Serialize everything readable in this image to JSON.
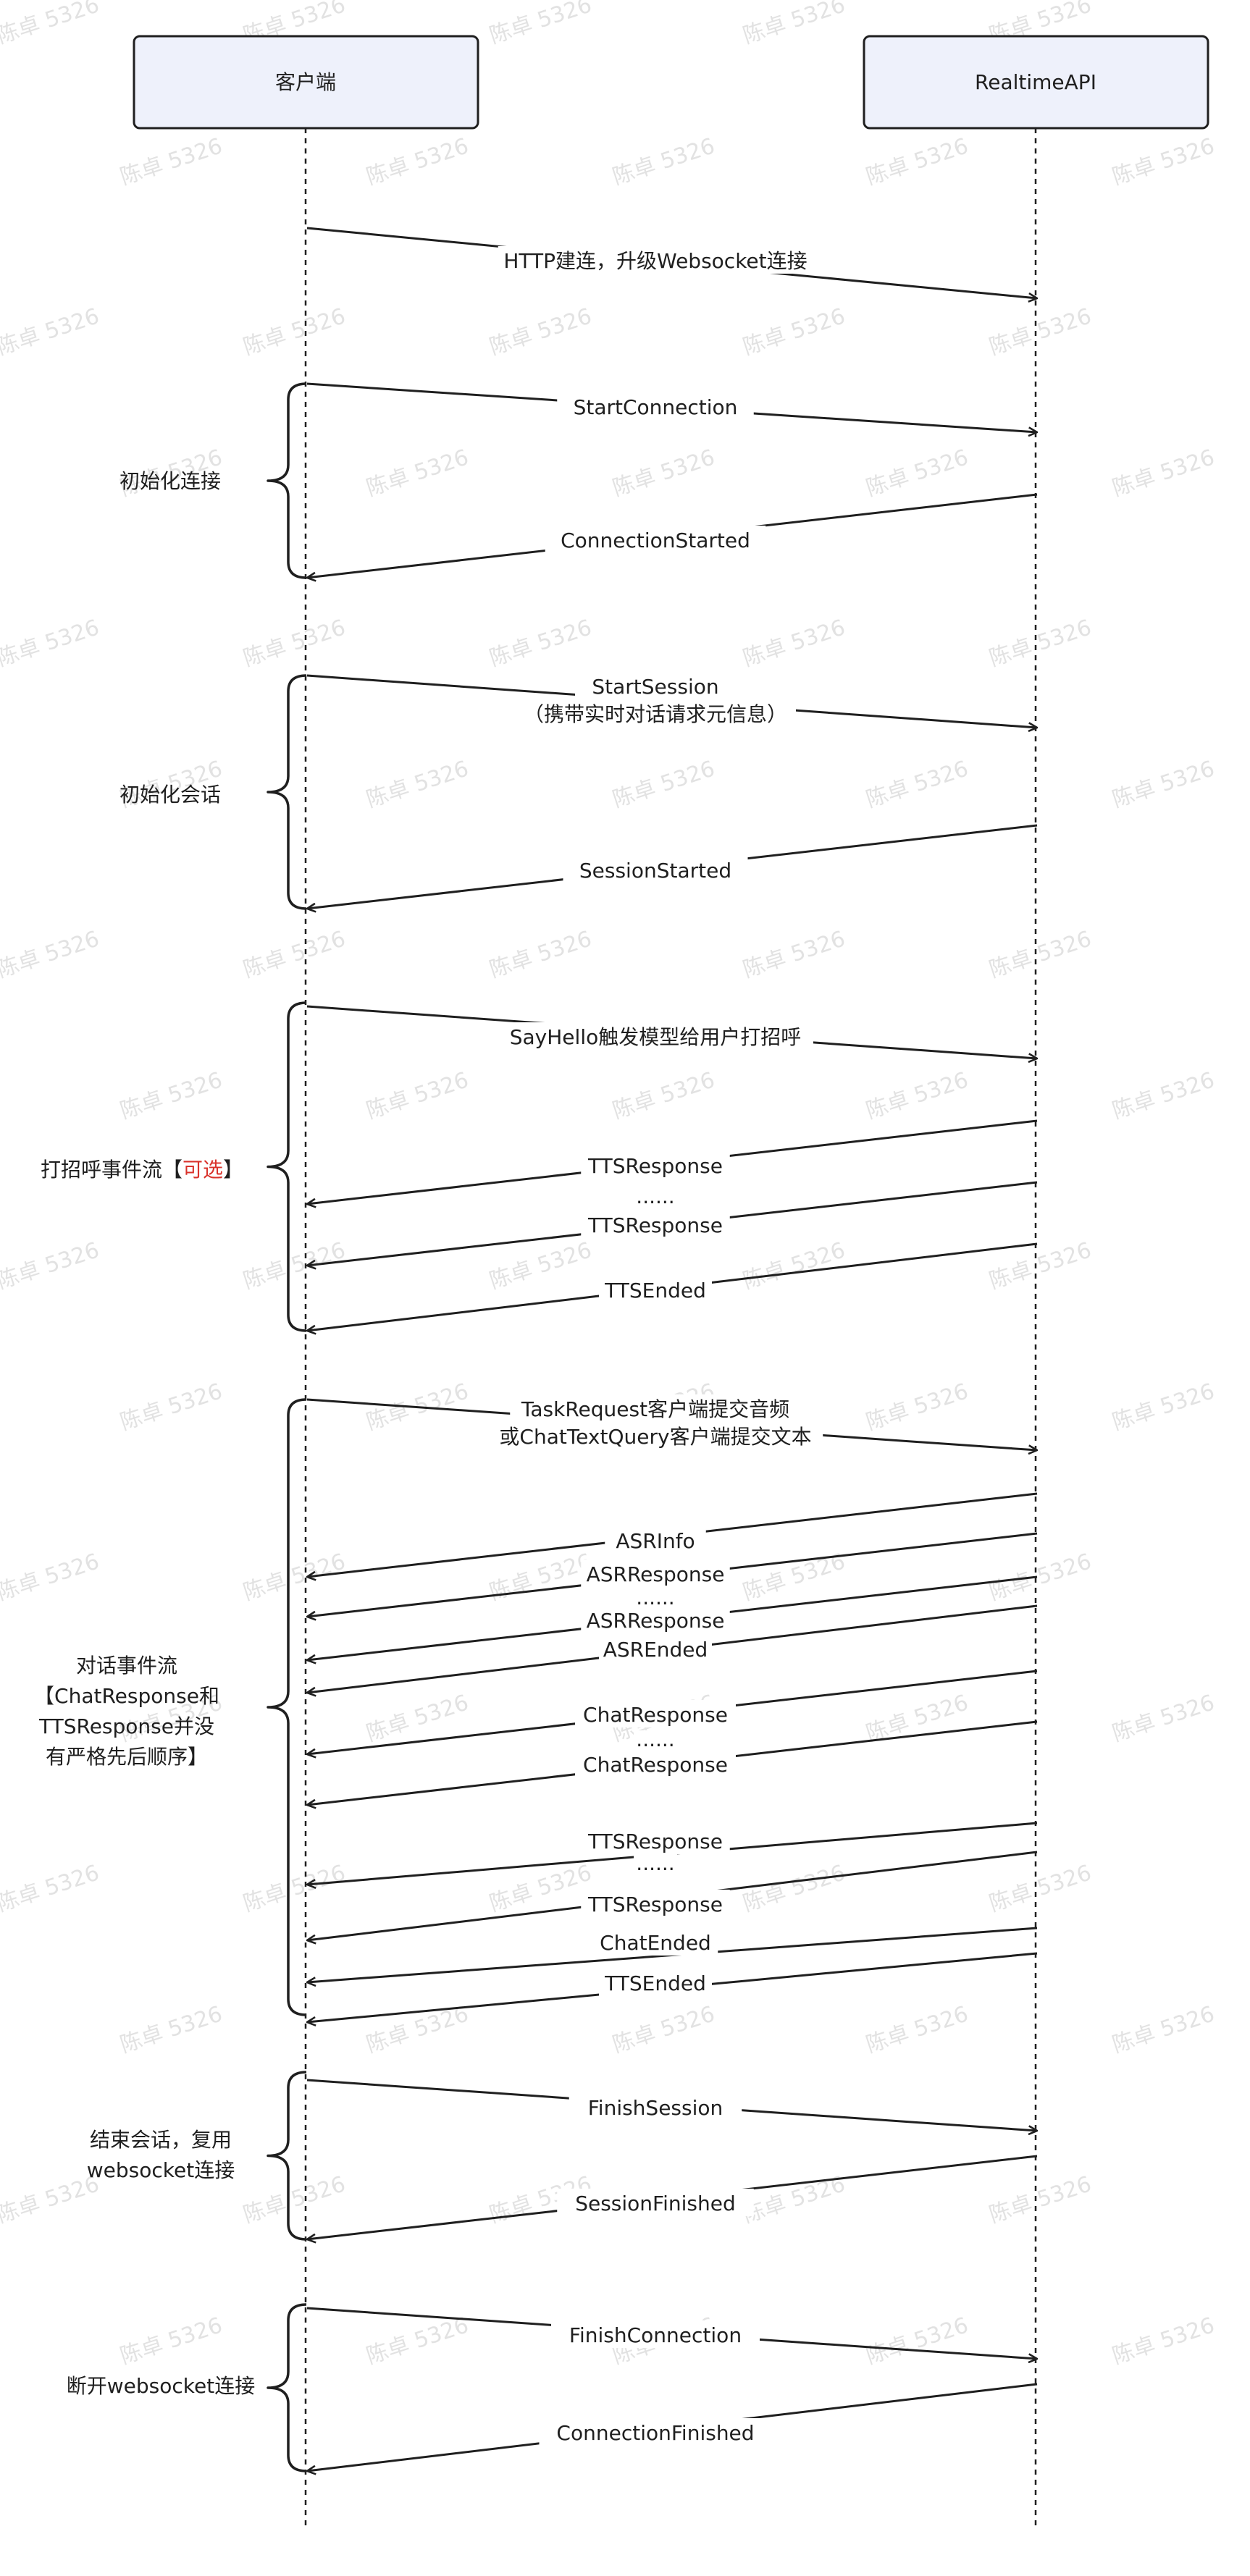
{
  "participants": {
    "client": "客户端",
    "server": "RealtimeAPI"
  },
  "watermark": "陈卓 5326",
  "colors": {
    "box_fill": "#eef1fb",
    "box_stroke": "#1f1f1f",
    "line": "#1f1f1f",
    "optional": "#d9322b"
  },
  "messages": [
    {
      "dir": "c2s",
      "lines": [
        "HTTP建连，升级Websocket连接"
      ]
    },
    {
      "dir": "c2s",
      "lines": [
        "StartConnection"
      ]
    },
    {
      "dir": "s2c",
      "lines": [
        "ConnectionStarted"
      ]
    },
    {
      "dir": "c2s",
      "lines": [
        "StartSession",
        "（携带实时对话请求元信息）"
      ]
    },
    {
      "dir": "s2c",
      "lines": [
        "SessionStarted"
      ]
    },
    {
      "dir": "c2s",
      "lines": [
        "SayHello触发模型给用户打招呼"
      ]
    },
    {
      "dir": "s2c",
      "lines": [
        "TTSResponse"
      ]
    },
    {
      "dir": "s2c",
      "lines": [
        "TTSResponse"
      ]
    },
    {
      "dir": "s2c",
      "lines": [
        "TTSEnded"
      ]
    },
    {
      "dir": "c2s",
      "lines": [
        "TaskRequest客户端提交音频",
        "或ChatTextQuery客户端提交文本"
      ]
    },
    {
      "dir": "s2c",
      "lines": [
        "ASRInfo"
      ]
    },
    {
      "dir": "s2c",
      "lines": [
        "ASRResponse"
      ]
    },
    {
      "dir": "s2c",
      "lines": [
        "ASRResponse"
      ]
    },
    {
      "dir": "s2c",
      "lines": [
        "ASREnded"
      ]
    },
    {
      "dir": "s2c",
      "lines": [
        "ChatResponse"
      ]
    },
    {
      "dir": "s2c",
      "lines": [
        "ChatResponse"
      ]
    },
    {
      "dir": "s2c",
      "lines": [
        "TTSResponse"
      ]
    },
    {
      "dir": "s2c",
      "lines": [
        "TTSResponse"
      ]
    },
    {
      "dir": "s2c",
      "lines": [
        "ChatEnded"
      ]
    },
    {
      "dir": "s2c",
      "lines": [
        "TTSEnded"
      ]
    },
    {
      "dir": "c2s",
      "lines": [
        "FinishSession"
      ]
    },
    {
      "dir": "s2c",
      "lines": [
        "SessionFinished"
      ]
    },
    {
      "dir": "c2s",
      "lines": [
        "FinishConnection"
      ]
    },
    {
      "dir": "s2c",
      "lines": [
        "ConnectionFinished"
      ]
    }
  ],
  "ellipses": [
    "......",
    "......",
    "......",
    "......"
  ],
  "groups": [
    {
      "lines": [
        "初始化连接"
      ]
    },
    {
      "lines": [
        "初始化会话"
      ]
    },
    {
      "lines": [
        "打招呼事件流【可选】"
      ],
      "optional_text": "可选"
    },
    {
      "lines": [
        "对话事件流",
        "【ChatResponse和",
        "TTSResponse并没",
        "有严格先后顺序】"
      ]
    },
    {
      "lines": [
        "结束会话，复用",
        "websocket连接"
      ]
    },
    {
      "lines": [
        "断开websocket连接"
      ]
    }
  ]
}
